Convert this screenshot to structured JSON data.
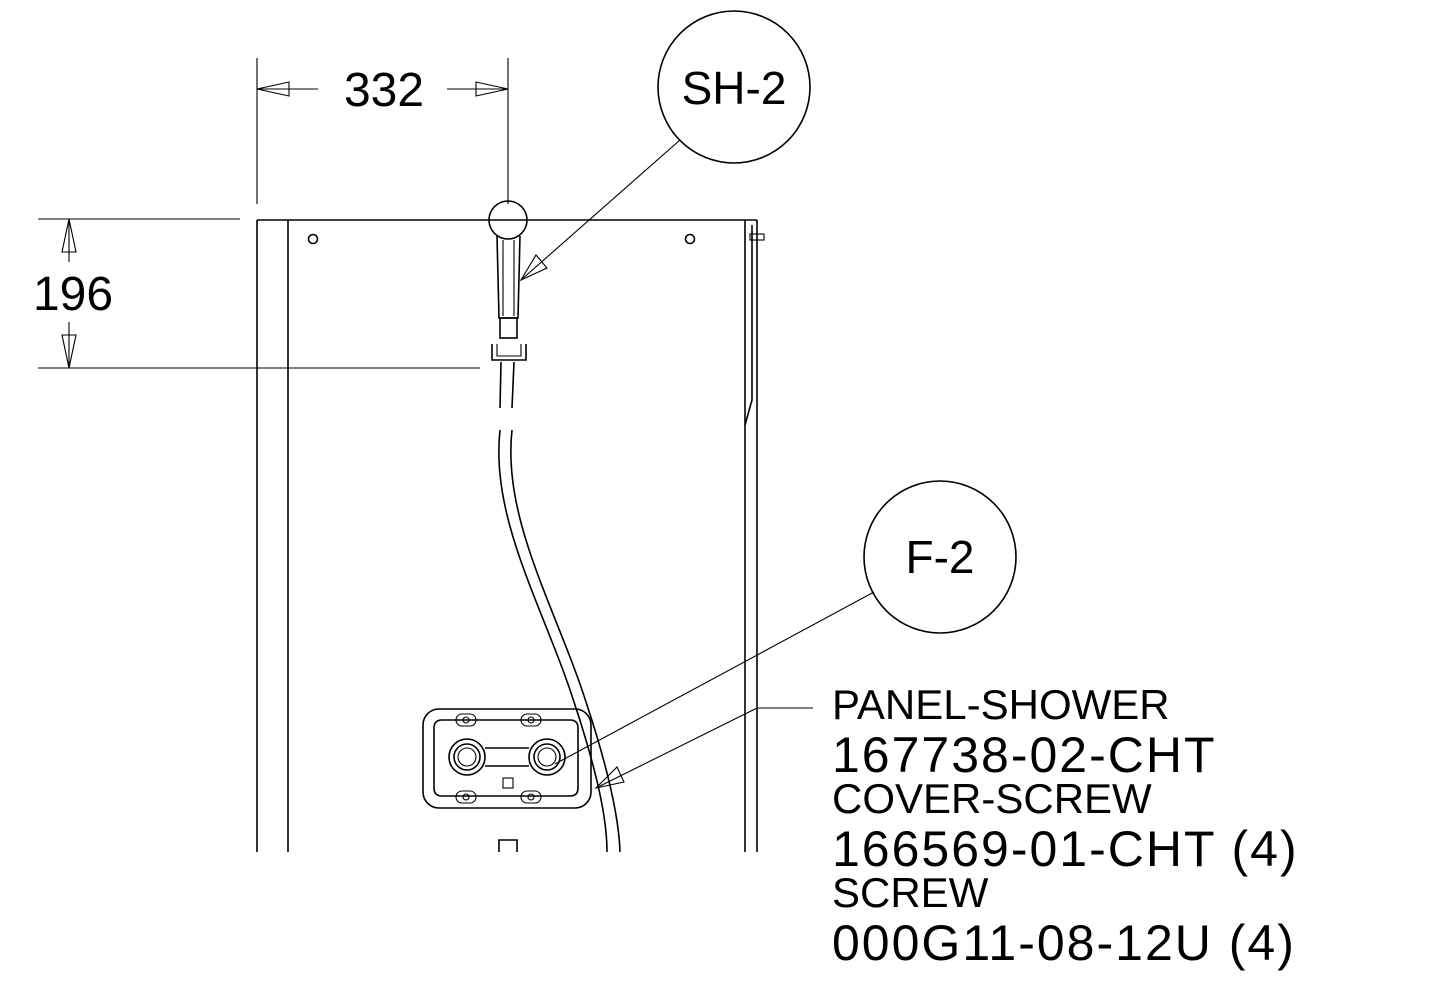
{
  "dimensions": {
    "horizontal": "332",
    "vertical": "196"
  },
  "callouts": {
    "shower_head": "SH-2",
    "faucet": "F-2"
  },
  "parts": [
    {
      "name": "PANEL-SHOWER",
      "number": "167738-02-CHT"
    },
    {
      "name": "COVER-SCREW",
      "number": "166569-01-CHT (4)"
    },
    {
      "name": "SCREW",
      "number": "000G11-08-12U (4)"
    }
  ]
}
